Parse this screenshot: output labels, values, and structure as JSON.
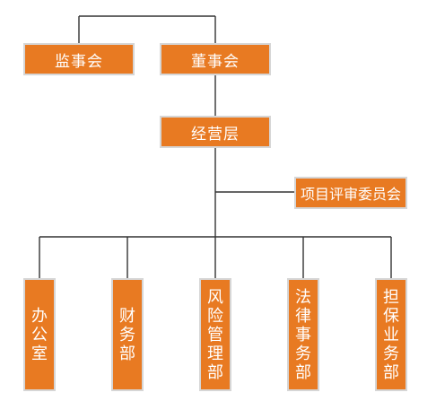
{
  "chart_data": {
    "type": "org-chart",
    "nodes": [
      {
        "id": "board",
        "label": "董事会"
      },
      {
        "id": "supervisors",
        "label": "监事会"
      },
      {
        "id": "management",
        "label": "经营层"
      },
      {
        "id": "review",
        "label": "项目评审委员会"
      },
      {
        "id": "office",
        "label": "办公室"
      },
      {
        "id": "finance",
        "label": "财务部"
      },
      {
        "id": "risk",
        "label": "风险管理部"
      },
      {
        "id": "legal",
        "label": "法律事务部"
      },
      {
        "id": "guarantee",
        "label": "担保业务部"
      }
    ],
    "edges": [
      [
        "board",
        "supervisors"
      ],
      [
        "board",
        "management"
      ],
      [
        "management",
        "review"
      ],
      [
        "management",
        "office"
      ],
      [
        "management",
        "finance"
      ],
      [
        "management",
        "risk"
      ],
      [
        "management",
        "legal"
      ],
      [
        "management",
        "guarantee"
      ]
    ]
  },
  "colors": {
    "box_fill": "#E87A22",
    "box_border": "#D6D6D6",
    "line": "#333333",
    "text": "#FFFFFF"
  }
}
